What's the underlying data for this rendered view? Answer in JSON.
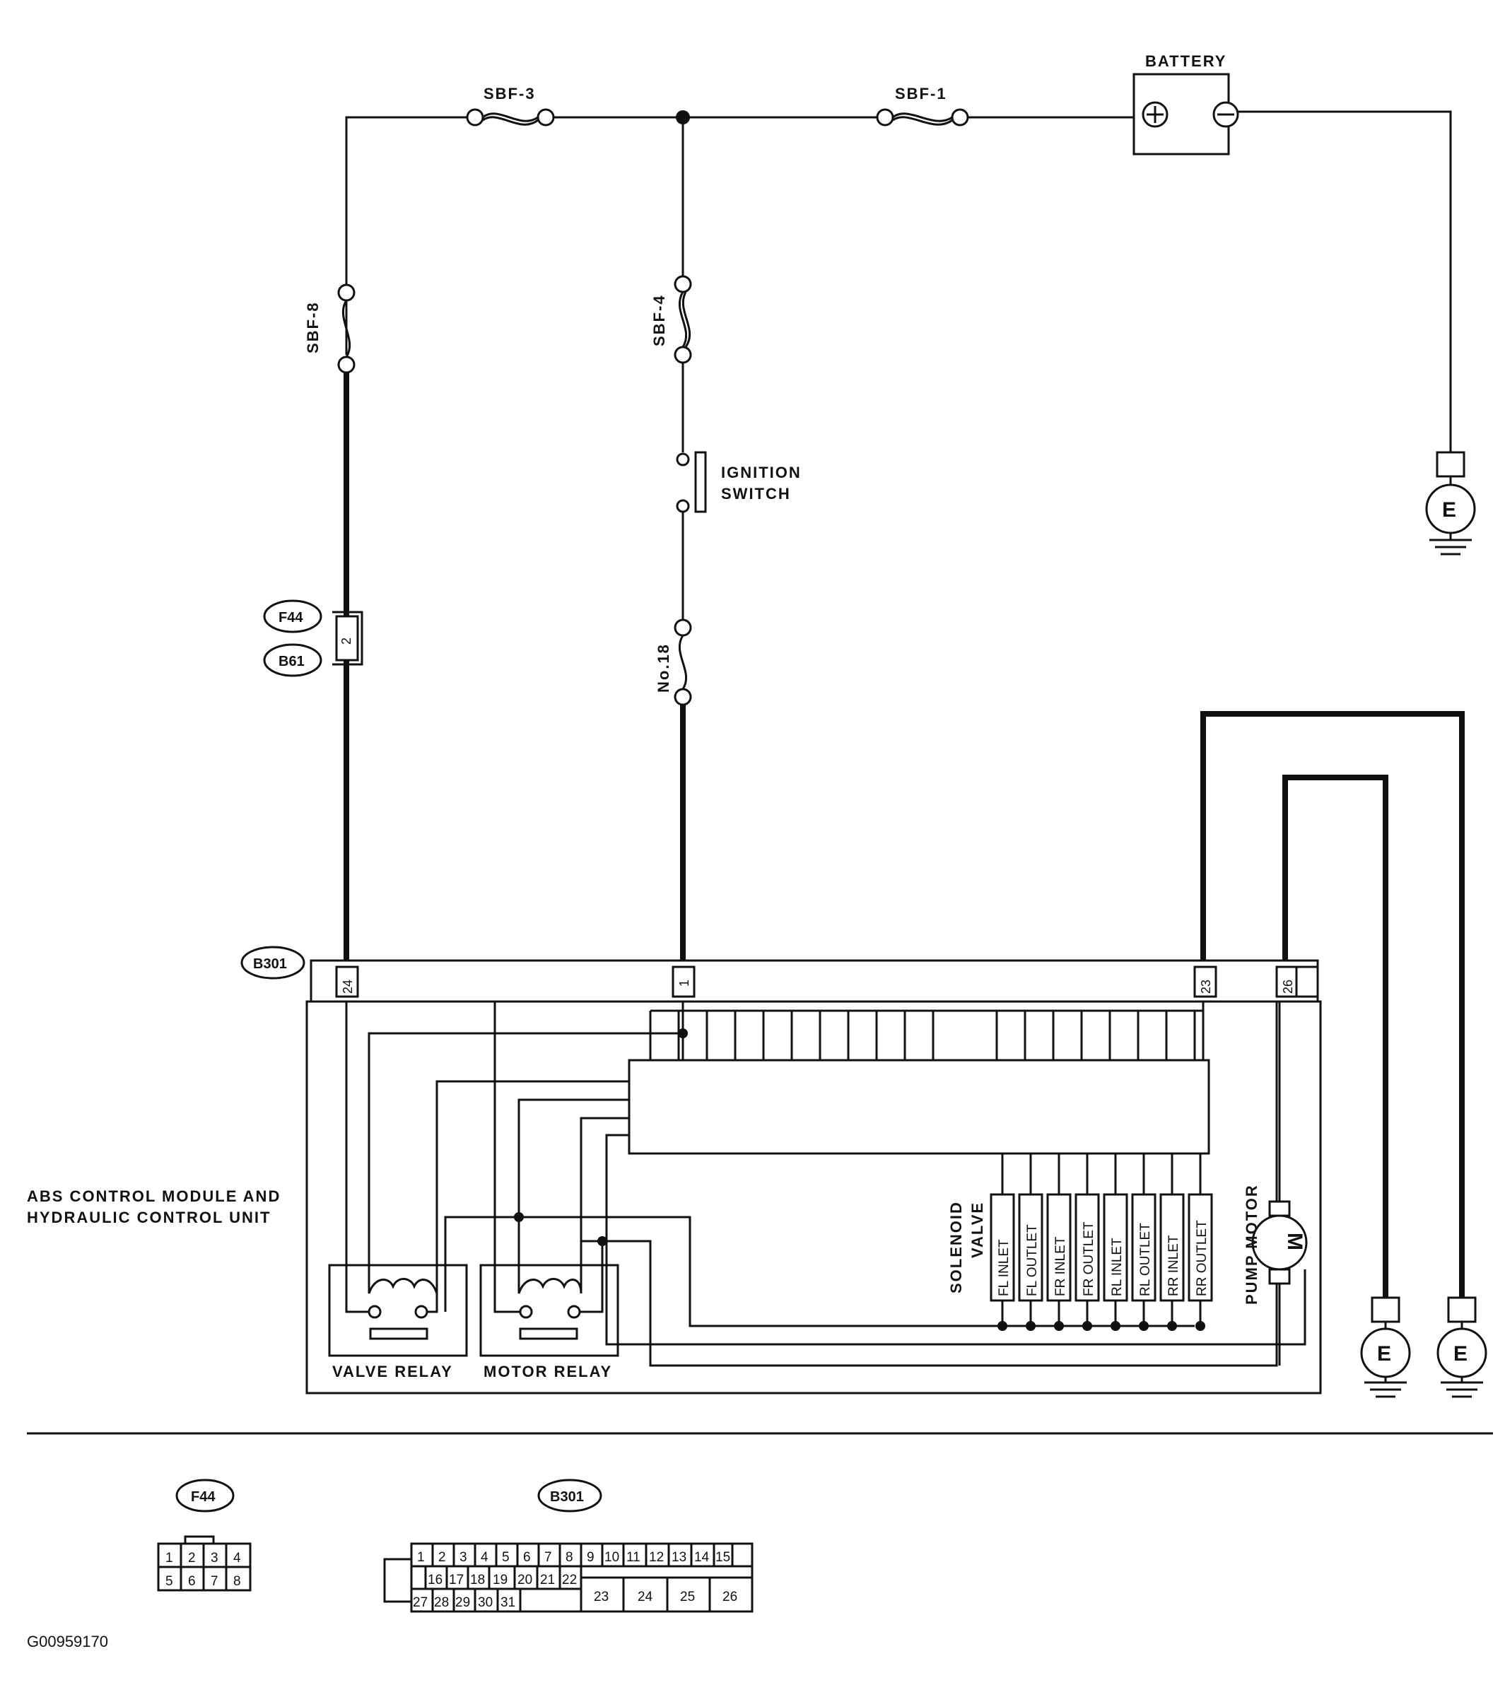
{
  "labels": {
    "battery": "BATTERY",
    "sbf3": "SBF-3",
    "sbf1": "SBF-1",
    "sbf8": "SBF-8",
    "sbf4": "SBF-4",
    "no18": "No.18",
    "ignition_line1": "IGNITION",
    "ignition_line2": "SWITCH",
    "module_line1": "ABS CONTROL MODULE AND",
    "module_line2": "HYDRAULIC CONTROL UNIT",
    "valve_relay": "VALVE RELAY",
    "motor_relay": "MOTOR RELAY",
    "solenoid_line1": "SOLENOID",
    "solenoid_line2": "VALVE",
    "pump_motor": "PUMP MOTOR",
    "motor_symbol": "M",
    "ground_symbol": "E",
    "figure_id": "G00959170"
  },
  "connectors": {
    "f44": "F44",
    "b61": "B61",
    "b301": "B301",
    "f44_pin": "2"
  },
  "b301_pins": [
    "24",
    "1",
    "23",
    "26"
  ],
  "solenoid_valves": [
    "FL INLET",
    "FL OUTLET",
    "FR INLET",
    "FR OUTLET",
    "RL INLET",
    "RL OUTLET",
    "RR INLET",
    "RR OUTLET"
  ],
  "f44_layout": {
    "row1": [
      "1",
      "2",
      "3",
      "4"
    ],
    "row2": [
      "5",
      "6",
      "7",
      "8"
    ]
  },
  "b301_layout": {
    "row1": [
      "1",
      "2",
      "3",
      "4",
      "5",
      "6",
      "7",
      "8",
      "9",
      "10",
      "11",
      "12",
      "13",
      "14",
      "15"
    ],
    "row2": [
      "16",
      "17",
      "18",
      "19",
      "20",
      "21",
      "22"
    ],
    "row3": [
      "27",
      "28",
      "29",
      "30",
      "31"
    ],
    "large": [
      "23",
      "24",
      "25",
      "26"
    ]
  }
}
